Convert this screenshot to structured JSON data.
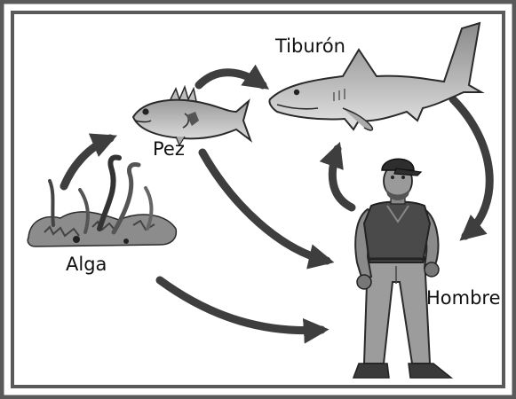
{
  "nodes": {
    "alga": "Alga",
    "pez": "Pez",
    "tiburon": "Tiburón",
    "hombre": "Hombre"
  },
  "colors": {
    "frame": "#5a5a5a",
    "arrow": "#3e3e3e",
    "background": "#ffffff"
  }
}
